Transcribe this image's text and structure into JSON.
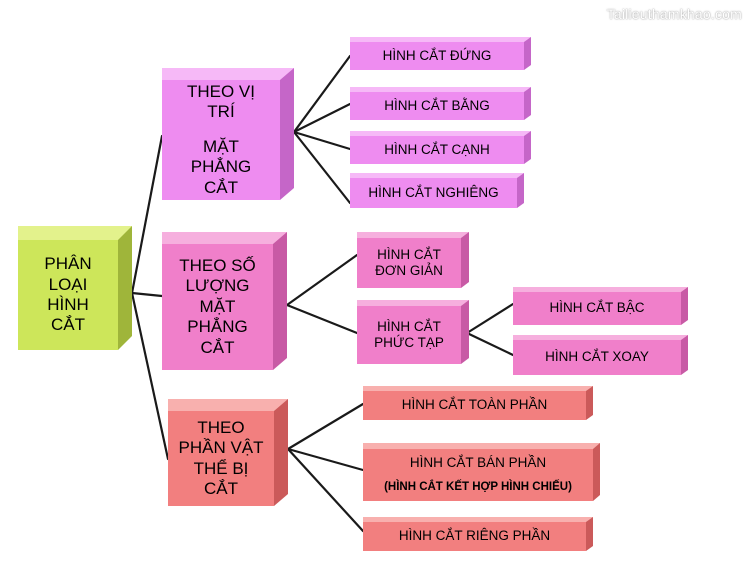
{
  "watermark": "Tailieuthamkhao.com",
  "colors": {
    "root": "#cde65a",
    "branch_position": "#ee8cf0",
    "branch_count": "#f07fca",
    "branch_part": "#f27f7f",
    "connector": "#1a1a1a"
  },
  "root": {
    "lines": [
      "PHÂN",
      "LOẠI",
      "HÌNH",
      "CẮT"
    ]
  },
  "branches": {
    "position": {
      "lines_a": [
        "THEO VỊ",
        "TRÍ"
      ],
      "lines_b": [
        "MẶT",
        "PHẲNG",
        "CẮT"
      ],
      "items": [
        "HÌNH CẮT ĐỨNG",
        "HÌNH CẮT BẰNG",
        "HÌNH CẮT CẠNH",
        "HÌNH CẮT NGHIÊNG"
      ]
    },
    "count": {
      "lines": [
        "THEO SỐ",
        "LƯỢNG",
        "MẶT",
        "PHẲNG",
        "CẮT"
      ],
      "simple": [
        "HÌNH CẮT",
        "ĐƠN GIẢN"
      ],
      "complex": [
        "HÌNH CẮT",
        "PHỨC TẠP"
      ],
      "complex_items": [
        "HÌNH CẮT BẬC",
        "HÌNH CẮT XOAY"
      ]
    },
    "part": {
      "lines": [
        "THEO",
        "PHẦN VẬT",
        "THỂ BỊ",
        "CẮT"
      ],
      "full": "HÌNH CẮT TOÀN PHẦN",
      "half": "HÌNH CẮT BÁN PHẦN",
      "half_note": "(HÌNH CẮT KẾT HỢP HÌNH CHIẾU)",
      "partial": "HÌNH CẮT RIÊNG PHẦN"
    }
  }
}
